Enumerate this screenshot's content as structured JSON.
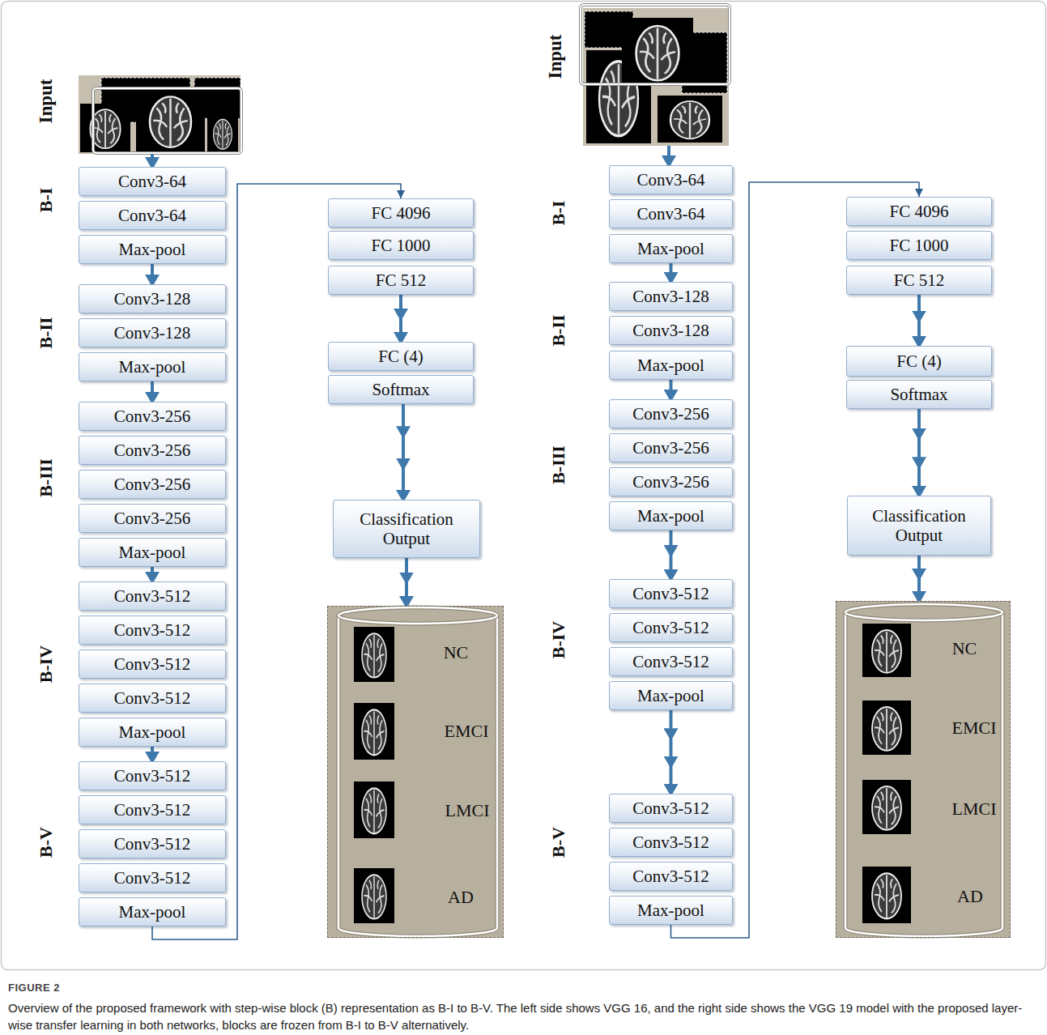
{
  "diagram": {
    "title": "FIGURE 2",
    "caption": "Overview of the proposed framework with step-wise block (B) representation as B-I to B-V. The left side shows VGG 16, and the right side shows the VGG 19 model with the proposed layer-wise transfer learning in both networks, blocks are frozen from B-I to B-V alternatively.",
    "nodes": [
      {
        "text": [
          "Input"
        ]
      },
      {
        "text": [
          "Conv3-64"
        ]
      },
      {
        "text": [
          "Conv3-64"
        ]
      },
      {
        "text": [
          "Max-pool"
        ]
      },
      {
        "text": [
          "Conv3-128"
        ]
      },
      {
        "text": [
          "Conv3-128"
        ]
      },
      {
        "text": [
          "Max-pool"
        ]
      },
      {
        "text": [
          "Conv3-256"
        ]
      },
      {
        "text": [
          "Conv3-256"
        ]
      },
      {
        "text": [
          "Conv3-256"
        ]
      },
      {
        "text": [
          "Conv3-256"
        ]
      },
      {
        "text": [
          "Max-pool"
        ]
      },
      {
        "text": [
          "Conv3-512"
        ]
      },
      {
        "text": [
          "Conv3-512"
        ]
      },
      {
        "text": [
          "Conv3-512"
        ]
      },
      {
        "text": [
          "Conv3-512"
        ]
      },
      {
        "text": [
          "Max-pool"
        ]
      },
      {
        "text": [
          "Conv3-512"
        ]
      },
      {
        "text": [
          "Conv3-512"
        ]
      },
      {
        "text": [
          "Conv3-512"
        ]
      },
      {
        "text": [
          "Conv3-512"
        ]
      },
      {
        "text": [
          "Max-pool"
        ]
      },
      {
        "text": [
          "FC 4096"
        ]
      },
      {
        "text": [
          "FC 1000"
        ]
      },
      {
        "text": [
          "FC 512"
        ]
      },
      {
        "text": [
          "FC (4)"
        ]
      },
      {
        "text": [
          "Softmax"
        ]
      },
      {
        "text": [
          "Classification Output"
        ]
      },
      {
        "text": [
          "NC",
          "EMCI",
          "LMCI",
          "AD"
        ]
      },
      {
        "text": [
          "Input"
        ]
      },
      {
        "text": [
          "Conv3-64"
        ]
      },
      {
        "text": [
          "Conv3-64"
        ]
      },
      {
        "text": [
          "Max-pool"
        ]
      },
      {
        "text": [
          "Conv3-128"
        ]
      },
      {
        "text": [
          "Conv3-128"
        ]
      },
      {
        "text": [
          "Max-pool"
        ]
      },
      {
        "text": [
          "Conv3-256"
        ]
      },
      {
        "text": [
          "Conv3-256"
        ]
      },
      {
        "text": [
          "Conv3-256"
        ]
      },
      {
        "text": [
          "Max-pool"
        ]
      },
      {
        "text": [
          "Conv3-512"
        ]
      },
      {
        "text": [
          "Conv3-512"
        ]
      },
      {
        "text": [
          "Conv3-512"
        ]
      },
      {
        "text": [
          "Max-pool"
        ]
      },
      {
        "text": [
          "Conv3-512"
        ]
      },
      {
        "text": [
          "Conv3-512"
        ]
      },
      {
        "text": [
          "Conv3-512"
        ]
      },
      {
        "text": [
          "Max-pool"
        ]
      },
      {
        "text": [
          "FC 4096"
        ]
      },
      {
        "text": [
          "FC 1000"
        ]
      },
      {
        "text": [
          "FC 512"
        ]
      },
      {
        "text": [
          "FC (4)"
        ]
      },
      {
        "text": [
          "Softmax"
        ]
      },
      {
        "text": [
          "Classification Output"
        ]
      },
      {
        "text": [
          "NC",
          "EMCI",
          "LMCI",
          "AD"
        ]
      }
    ],
    "edges": [
      {
        "from": 0,
        "to": 1,
        "arrow": "to"
      },
      {
        "from": 3,
        "to": 4,
        "arrow": "to"
      },
      {
        "from": 6,
        "to": 7,
        "arrow": "to"
      },
      {
        "from": 11,
        "to": 12,
        "arrow": "to"
      },
      {
        "from": 16,
        "to": 17,
        "arrow": "to"
      },
      {
        "from": 21,
        "to": 22,
        "arrow": "to"
      },
      {
        "from": 24,
        "to": 25,
        "arrow": "to"
      },
      {
        "from": 26,
        "to": 27,
        "arrow": "to"
      },
      {
        "from": 27,
        "to": 28,
        "arrow": "to"
      },
      {
        "from": 29,
        "to": 30,
        "arrow": "to"
      },
      {
        "from": 32,
        "to": 33,
        "arrow": "to"
      },
      {
        "from": 35,
        "to": 36,
        "arrow": "to"
      },
      {
        "from": 39,
        "to": 40,
        "arrow": "to"
      },
      {
        "from": 43,
        "to": 44,
        "arrow": "to"
      },
      {
        "from": 47,
        "to": 48,
        "arrow": "to"
      },
      {
        "from": 50,
        "to": 51,
        "arrow": "to"
      },
      {
        "from": 52,
        "to": 53,
        "arrow": "to"
      },
      {
        "from": 53,
        "to": 54,
        "arrow": "to"
      }
    ],
    "labels": [
      "B-I",
      "B-II",
      "B-III",
      "B-IV",
      "B-V",
      "B-I",
      "B-II",
      "B-III",
      "B-IV",
      "B-V"
    ]
  }
}
